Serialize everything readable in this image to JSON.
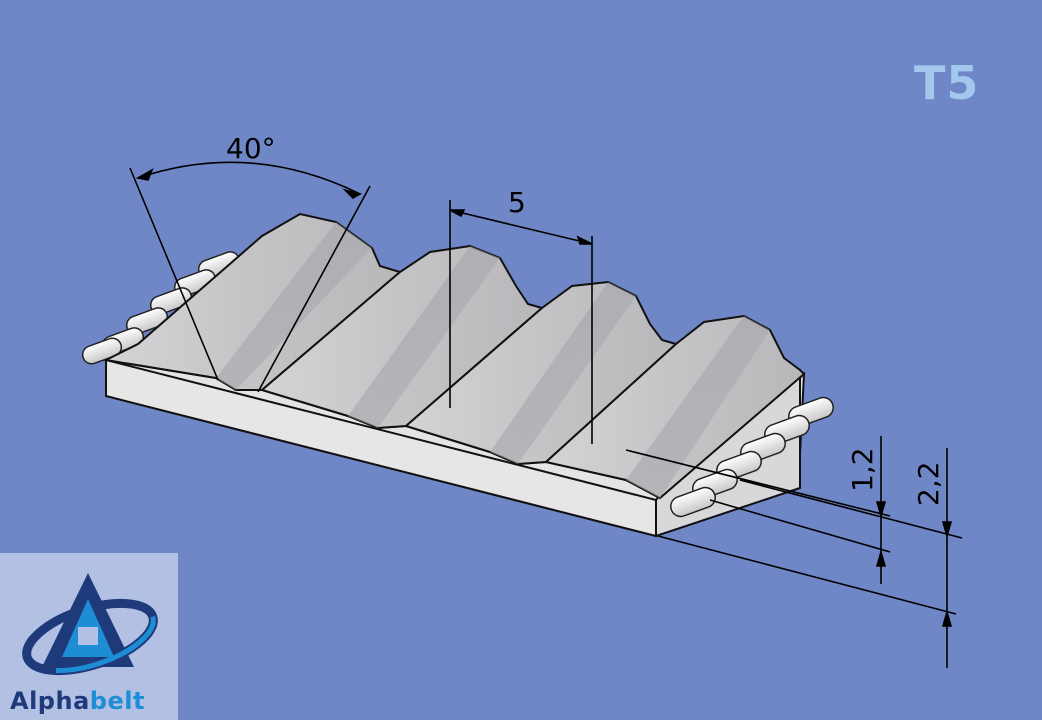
{
  "profile": {
    "title": "T5"
  },
  "dimensions": {
    "angle_label": "40°",
    "pitch_label": "5",
    "tooth_height_label": "1,2",
    "total_height_label": "2,2"
  },
  "logo": {
    "word_part1": "Alpha",
    "word_part2": "belt",
    "colors": {
      "dark": "#1f3a7a",
      "light": "#1d8ed4",
      "panel": "#b2c0e4"
    }
  },
  "colors": {
    "background": "#6f87c6",
    "belt_light": "#e6e6e6",
    "belt_mid": "#c2c2c4",
    "belt_dark": "#8f9095",
    "title": "#a3c8ee"
  }
}
